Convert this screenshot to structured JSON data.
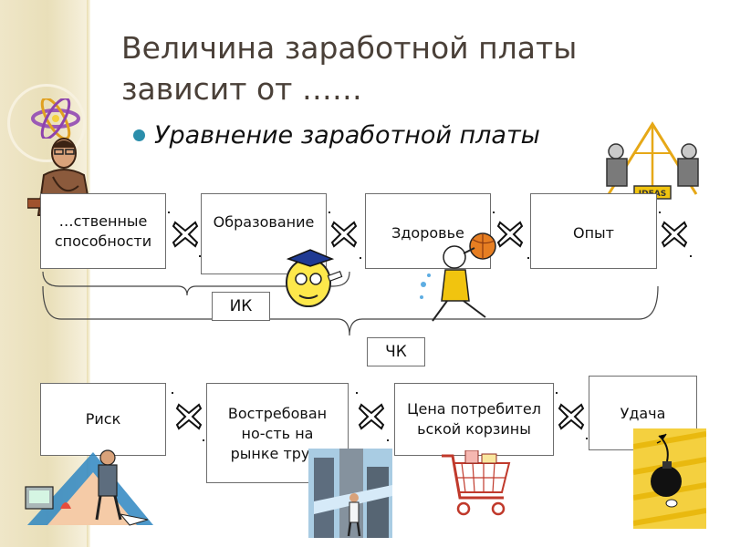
{
  "title_line1": "Величина заработной платы",
  "title_line2": "зависит от ……",
  "bullet": "Уравнение заработной платы",
  "row1": [
    {
      "label": "…ственные способности"
    },
    {
      "label": "Образование"
    },
    {
      "label": "Здоровье"
    },
    {
      "label": "Опыт"
    }
  ],
  "row2": [
    {
      "label": "Риск"
    },
    {
      "label": "Востребован но-сть на рынке тру…"
    },
    {
      "label": "Цена потребительской корзины"
    },
    {
      "label": "Удача"
    }
  ],
  "ik_label": "ИК",
  "chk_label": "ЧК",
  "ideas_sign": "IDEAS",
  "operator": "x",
  "colors": {
    "title": "#4a4038",
    "bullet": "#2b8eab",
    "box_border": "#6d6d6d",
    "band": "#ece3c3"
  }
}
